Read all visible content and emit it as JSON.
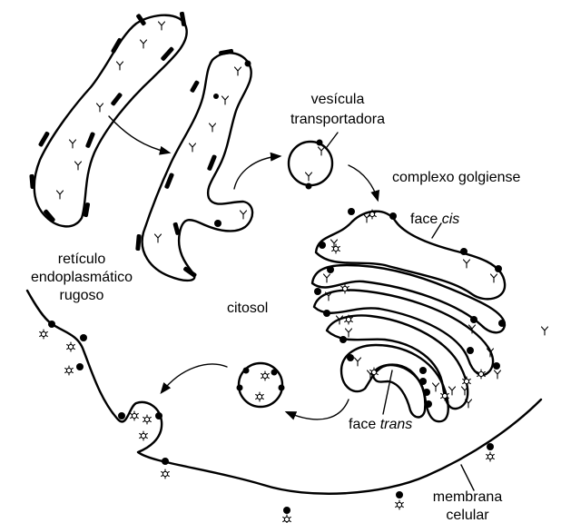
{
  "labels": {
    "rer": [
      "retículo",
      "endoplasmático",
      "rugoso"
    ],
    "vesicle": [
      "vesícula",
      "transportadora"
    ],
    "golgi": "complexo golgiense",
    "cis_prefix": "face ",
    "cis_word": "cis",
    "citosol": "citosol",
    "trans_prefix": "face ",
    "trans_word": "trans",
    "membrane": [
      "membrana",
      "celular"
    ]
  },
  "colors": {
    "stroke": "#000000",
    "background": "#ffffff"
  }
}
